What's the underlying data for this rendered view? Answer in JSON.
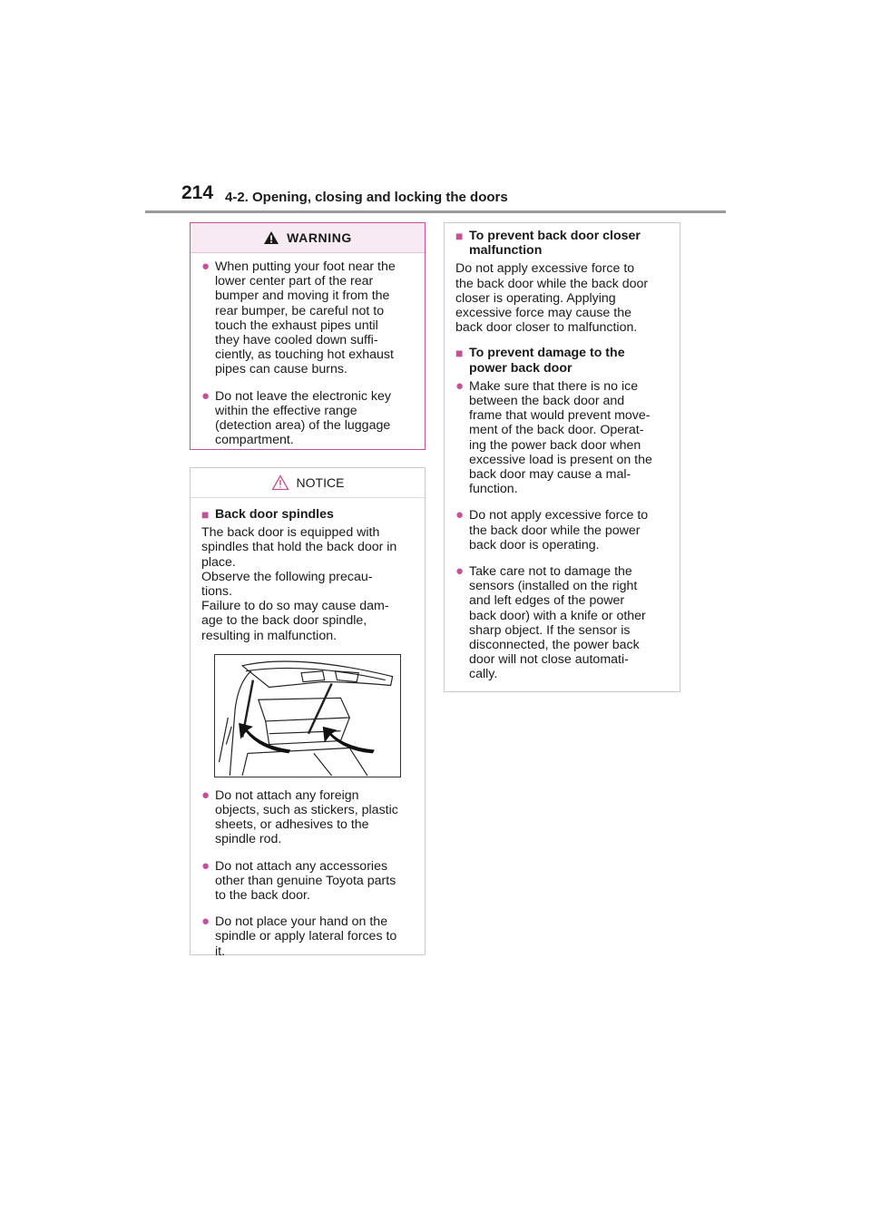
{
  "header": {
    "page_number": "214",
    "section_title": "4-2. Opening, closing and locking the doors"
  },
  "warning": {
    "title": "WARNING",
    "bullets": [
      [
        "When putting your foot near the",
        "lower center part of the rear",
        "bumper and moving it from the",
        "rear bumper, be careful not to",
        "touch the exhaust pipes until",
        "they have cooled down suffi-",
        "ciently, as touching hot exhaust",
        "pipes can cause burns."
      ],
      [
        "Do not leave the electronic key",
        "within the effective range",
        "(detection area) of the luggage",
        "compartment."
      ]
    ]
  },
  "notice": {
    "title": "NOTICE",
    "heading": "Back door spindles",
    "intro": [
      "The back door is equipped with",
      "spindles that hold the back door in",
      "place.",
      "Observe the following precau-",
      "tions.",
      "Failure to do so may cause dam-",
      "age to the back door spindle,",
      "resulting in malfunction."
    ],
    "bullets": [
      [
        "Do not attach any foreign",
        "objects, such as stickers, plastic",
        "sheets, or adhesives to the",
        "spindle rod."
      ],
      [
        "Do not attach any accessories",
        "other than genuine Toyota parts",
        "to the back door."
      ],
      [
        "Do not place your hand on the",
        "spindle or apply lateral forces to",
        "it."
      ]
    ]
  },
  "right": {
    "heading1": [
      "To prevent back door closer",
      "malfunction"
    ],
    "para1": [
      "Do not apply excessive force to",
      "the back door while the back door",
      "closer is operating. Applying",
      "excessive force may cause the",
      "back door closer to malfunction."
    ],
    "heading2": [
      "To prevent damage to the",
      "power back door"
    ],
    "bullets": [
      [
        "Make sure that there is no ice",
        "between the back door and",
        "frame that would prevent move-",
        "ment of the back door. Operat-",
        "ing the power back door when",
        "excessive load is present on the",
        "back door may cause a mal-",
        "function."
      ],
      [
        "Do not apply excessive force to",
        "the back door while the power",
        "back door is operating."
      ],
      [
        "Take care not to damage the",
        "sensors (installed on the right",
        "and left edges of the power",
        "back door) with a knife or other",
        "sharp object. If the sensor is",
        "disconnected, the power back",
        "door will not close automati-",
        "cally."
      ]
    ]
  },
  "colors": {
    "accent": "#c6519a",
    "rule": "#9a9a9a"
  },
  "icons": {
    "warning": "warning-triangle-icon",
    "notice": "caution-triangle-icon"
  }
}
